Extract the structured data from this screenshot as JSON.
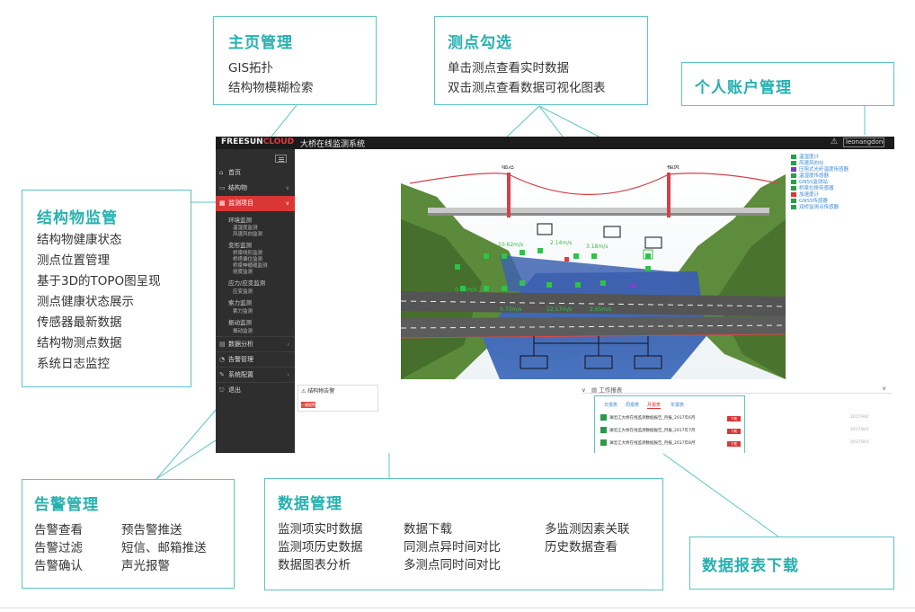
{
  "callouts": {
    "homepage": {
      "title": "主页管理",
      "lines": [
        "GIS拓扑",
        "结构物模糊检索"
      ]
    },
    "point_select": {
      "title": "测点勾选",
      "lines": [
        "单击测点查看实时数据",
        "双击测点查看数据可视化图表"
      ]
    },
    "account": {
      "title": "个人账户管理"
    },
    "structure": {
      "title": "结构物监管",
      "lines": [
        "结构物健康状态",
        "测点位置管理",
        "基于3D的TOPO图呈现",
        "测点健康状态展示",
        "传感器最新数据",
        "结构物测点数据",
        "系统日志监控"
      ]
    },
    "alarm": {
      "title": "告警管理",
      "col1": [
        "告警查看",
        "告警过滤",
        "告警确认"
      ],
      "col2": [
        "预告警推送",
        "短信、邮箱推送",
        "声光报警"
      ]
    },
    "data": {
      "title": "数据管理",
      "col1": [
        "监测项实时数据",
        "监测项历史数据",
        "数据图表分析"
      ],
      "col2": [
        "数据下载",
        "同测点异时间对比",
        "多测点同时间对比"
      ],
      "col3": [
        "多监测因素关联",
        "历史数据查看"
      ]
    },
    "report": {
      "title": "数据报表下载"
    }
  },
  "app": {
    "logo_left": "FREESUN",
    "logo_right": "CLOUD",
    "system_title": "大桥在线监测系统",
    "username": "leonangdong",
    "sidebar": {
      "items": [
        {
          "icon": "⌂",
          "label": "首页"
        },
        {
          "icon": "▭",
          "label": "结构物"
        },
        {
          "icon": "▦",
          "label": "监测项目"
        },
        {
          "icon": "▤",
          "label": "数据分析"
        },
        {
          "icon": "◔",
          "label": "告警管理"
        },
        {
          "icon": "✎",
          "label": "系统配置"
        },
        {
          "icon": "⎋",
          "label": "退出"
        }
      ],
      "subgroups": [
        {
          "head": "环境监测",
          "items": [
            "温湿度监测",
            "风速风向监测"
          ]
        },
        {
          "head": "变形监测",
          "items": [
            "桥梁线形监测",
            "桥塔偏位监测",
            "桥梁伸缩缝监测",
            "挠度监测"
          ]
        },
        {
          "head": "应力/应变监测",
          "items": [
            "应变监测"
          ]
        },
        {
          "head": "索力监测",
          "items": [
            "索力监测"
          ]
        },
        {
          "head": "振动监测",
          "items": [
            "振动监测"
          ]
        }
      ]
    },
    "scene": {
      "left_label": "临沧",
      "right_label": "福贡",
      "readings": [
        "10.62m/s",
        "2.14m/s",
        "3.18m/s",
        "0.56m/s",
        "0.73m/s",
        "12.17m/s",
        "2.65m/s"
      ],
      "legend": [
        "温湿度计",
        "风速风向仪",
        "压阻式光纤温度传感器",
        "温湿度传感器",
        "GNSS监测站",
        "桥梁位移传感器",
        "加速度计",
        "GNSS传感器",
        "双桥监测点传感器"
      ],
      "legend_colors": [
        "#27a04a",
        "#27a04a",
        "#7a3cc8",
        "#27a04a",
        "#27a04a",
        "#27a04a",
        "#d93636",
        "#27a04a",
        "#27a04a"
      ]
    },
    "alarm_panel": {
      "title": "结构物告警",
      "button": "一键报警"
    },
    "report": {
      "bar_title": "工作报表",
      "tabs": [
        "日报表",
        "周报表",
        "月报表",
        "年报表"
      ],
      "active_tab": 2,
      "rows": [
        {
          "name": "澜沧江大桥在线监测数据报告_月报_2017年6月",
          "action": "下载"
        },
        {
          "name": "澜沧江大桥在线监测数据报告_月报_2017年7月",
          "action": "下载"
        },
        {
          "name": "澜沧江大桥在线监测数据报告_月报_2017年8月",
          "action": "下载"
        }
      ],
      "dates": [
        "2017/9/2",
        "2017/8/3",
        "2017/9/3"
      ]
    }
  }
}
